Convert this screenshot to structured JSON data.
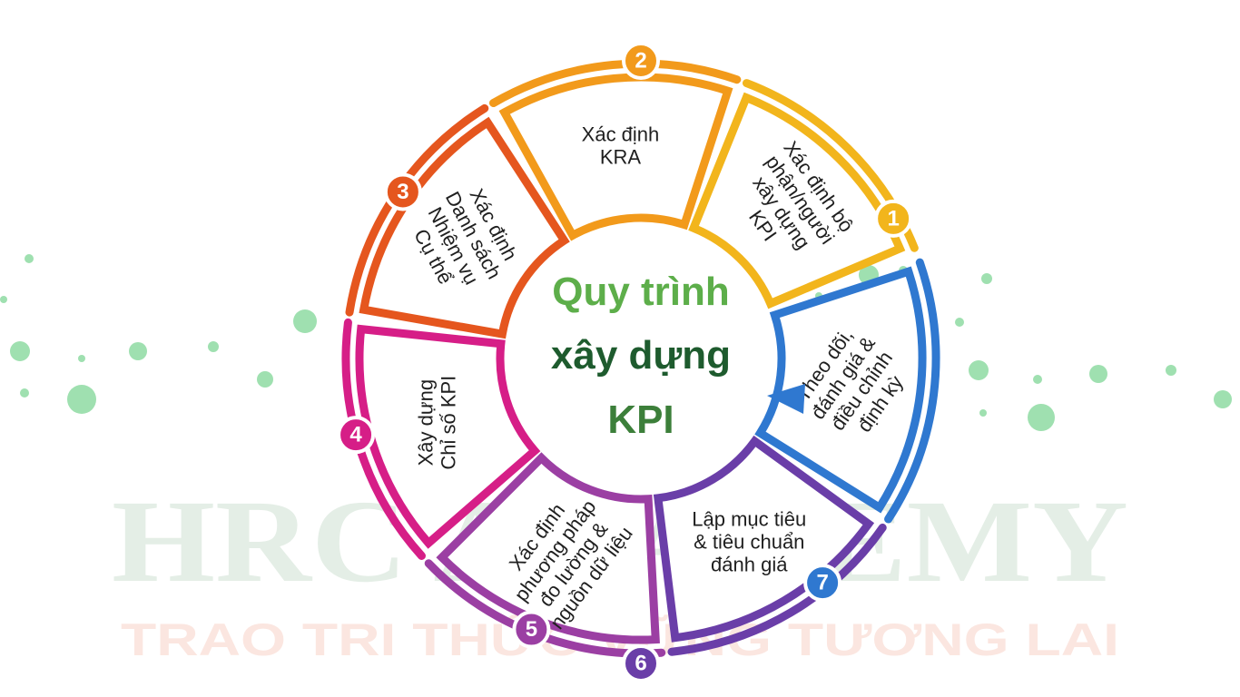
{
  "watermark": {
    "brand": "HRC ACADEMY",
    "tagline": "TRAO TRI THỨC VỮNG TƯƠNG LAI"
  },
  "title": {
    "line1": "Quy trình",
    "line2": "xây dựng",
    "line3": "KPI"
  },
  "steps": [
    {
      "number": "1",
      "label": [
        "Xác định bộ",
        "phận/người",
        "xây dựng",
        "KPI"
      ],
      "color": "#F2B51C"
    },
    {
      "number": "2",
      "label": [
        "Xác định",
        "KRA"
      ],
      "color": "#F29A1B"
    },
    {
      "number": "3",
      "label": [
        "Xác định",
        "Danh sách",
        "Nhiệm vụ",
        "Cụ thể"
      ],
      "color": "#E5561E"
    },
    {
      "number": "4",
      "label": [
        "Xây dựng",
        "Chỉ số KPI"
      ],
      "color": "#D61E87"
    },
    {
      "number": "5",
      "label": [
        "Xác định",
        "phương pháp",
        "đo lường &",
        "nguồn dữ liệu"
      ],
      "color": "#9B3FA3"
    },
    {
      "number": "6",
      "label": [
        "Lập mục tiêu",
        "& tiêu chuẩn",
        "đánh giá"
      ],
      "color": "#6A3EA8"
    },
    {
      "number": "7",
      "label": [
        "Theo dõi,",
        "đánh giá &",
        "điều chỉnh",
        "định kỳ"
      ],
      "color": "#2F78D0"
    }
  ],
  "colors": {
    "title_green": "#5DAE4A",
    "title_dark_green": "#1E5B2E",
    "dots": "#9FE0B0",
    "watermark_green": "#E4EEE6",
    "watermark_red": "#FBE6E0"
  }
}
